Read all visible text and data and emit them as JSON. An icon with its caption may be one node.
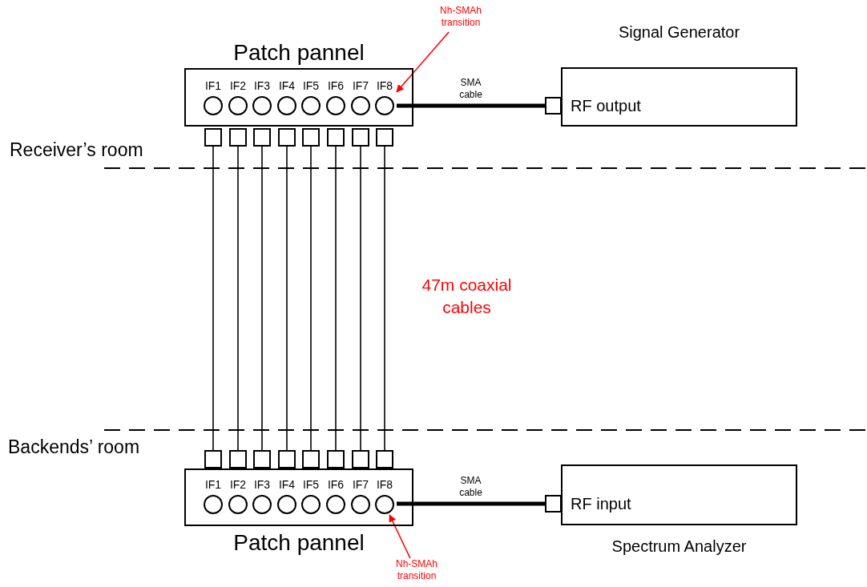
{
  "diagram": {
    "nodes": [
      {
        "text": [
          "Patch pannel"
        ]
      },
      {
        "text": [
          "IF1"
        ],
        "in": 0
      },
      {
        "text": [
          "IF2"
        ],
        "in": 0
      },
      {
        "text": [
          "IF3"
        ],
        "in": 0
      },
      {
        "text": [
          "IF4"
        ],
        "in": 0
      },
      {
        "text": [
          "IF5"
        ],
        "in": 0
      },
      {
        "text": [
          "IF6"
        ],
        "in": 0
      },
      {
        "text": [
          "IF7"
        ],
        "in": 0
      },
      {
        "text": [
          "IF8"
        ],
        "in": 0
      },
      {
        "text": [],
        "shape": "box"
      },
      {
        "text": [],
        "shape": "box"
      },
      {
        "text": [],
        "shape": "box"
      },
      {
        "text": [],
        "shape": "box"
      },
      {
        "text": [],
        "shape": "box"
      },
      {
        "text": [],
        "shape": "box"
      },
      {
        "text": [],
        "shape": "box"
      },
      {
        "text": [],
        "shape": "box"
      },
      {
        "text": [
          "Nh-SMAh transition"
        ]
      },
      {
        "text": [
          "Signal Generator",
          "RF output"
        ]
      },
      {
        "text": [
          "Patch pannel"
        ]
      },
      {
        "text": [
          "IF1"
        ],
        "in": 19
      },
      {
        "text": [
          "IF2"
        ],
        "in": 19
      },
      {
        "text": [
          "IF3"
        ],
        "in": 19
      },
      {
        "text": [
          "IF4"
        ],
        "in": 19
      },
      {
        "text": [
          "IF5"
        ],
        "in": 19
      },
      {
        "text": [
          "IF6"
        ],
        "in": 19
      },
      {
        "text": [
          "IF7"
        ],
        "in": 19
      },
      {
        "text": [
          "IF8"
        ],
        "in": 19
      },
      {
        "text": [],
        "shape": "box"
      },
      {
        "text": [],
        "shape": "box"
      },
      {
        "text": [],
        "shape": "box"
      },
      {
        "text": [],
        "shape": "box"
      },
      {
        "text": [],
        "shape": "box"
      },
      {
        "text": [],
        "shape": "box"
      },
      {
        "text": [],
        "shape": "box"
      },
      {
        "text": [],
        "shape": "box"
      },
      {
        "text": [
          "RF input",
          "Spectrum Analyzer"
        ]
      },
      {
        "text": [
          "Nh-SMAh transition"
        ]
      }
    ],
    "edges": [
      {
        "from": 9,
        "to": 28,
        "arrow": "none"
      },
      {
        "from": 10,
        "to": 29,
        "arrow": "none"
      },
      {
        "from": 11,
        "to": 30,
        "arrow": "none"
      },
      {
        "from": 12,
        "to": 31,
        "arrow": "none"
      },
      {
        "from": 13,
        "to": 32,
        "arrow": "none"
      },
      {
        "from": 14,
        "to": 33,
        "arrow": "none"
      },
      {
        "from": 15,
        "to": 34,
        "arrow": "none"
      },
      {
        "from": 16,
        "to": 35,
        "arrow": "none"
      },
      {
        "from": 8,
        "to": 18,
        "arrow": "none",
        "label": "SMA cable",
        "style": "thick"
      },
      {
        "from": 27,
        "to": 36,
        "arrow": "none",
        "label": "SMA cable",
        "style": "thick"
      },
      {
        "from": 17,
        "to": 8,
        "arrow": "to",
        "color": "#ff0000"
      },
      {
        "from": 37,
        "to": 27,
        "arrow": "to",
        "color": "#ff0000"
      }
    ],
    "labels": [
      "Receiver’s room",
      "47m coaxial cables",
      "Backends’ room"
    ]
  }
}
